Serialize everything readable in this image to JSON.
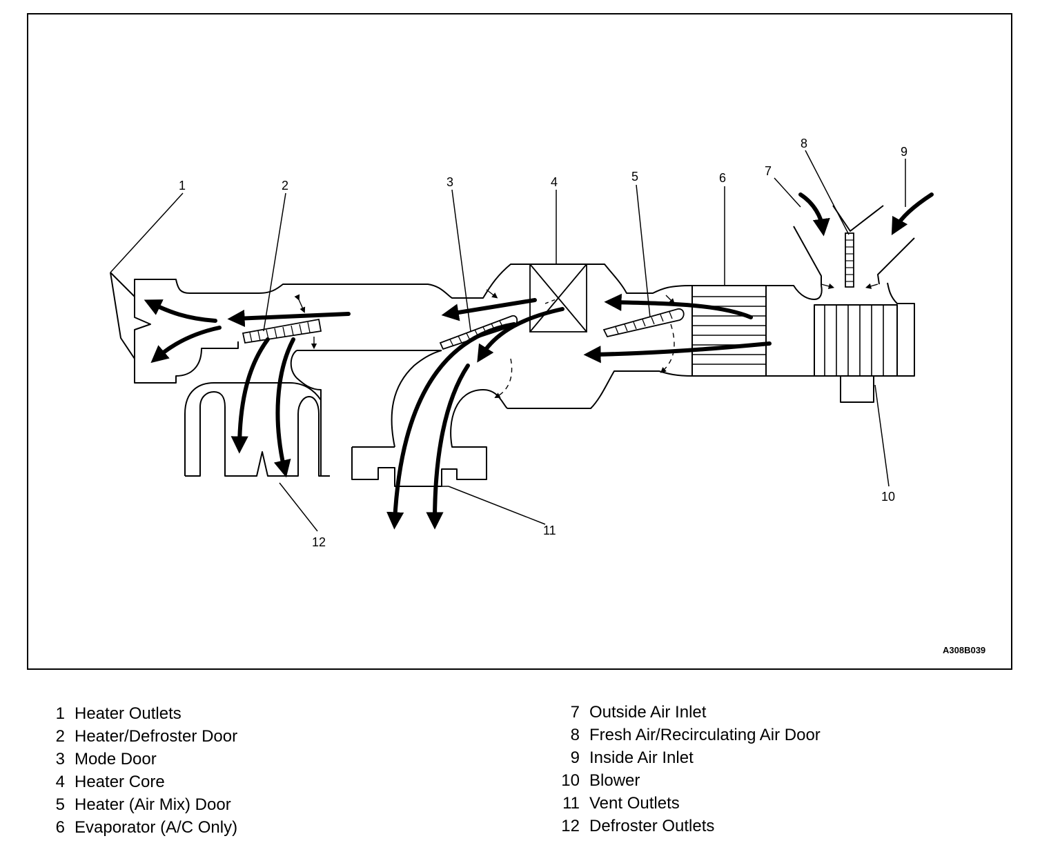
{
  "diagram": {
    "code": "A308B039",
    "callouts": [
      "1",
      "2",
      "3",
      "4",
      "5",
      "6",
      "7",
      "8",
      "9",
      "10",
      "11",
      "12"
    ]
  },
  "legend": {
    "left": [
      {
        "num": "1",
        "text": "Heater Outlets"
      },
      {
        "num": "2",
        "text": "Heater/Defroster Door"
      },
      {
        "num": "3",
        "text": "Mode Door"
      },
      {
        "num": "4",
        "text": "Heater Core"
      },
      {
        "num": "5",
        "text": "Heater (Air Mix) Door"
      },
      {
        "num": "6",
        "text": "Evaporator (A/C Only)"
      }
    ],
    "right": [
      {
        "num": "7",
        "text": "Outside Air Inlet"
      },
      {
        "num": "8",
        "text": "Fresh Air/Recirculating Air Door"
      },
      {
        "num": "9",
        "text": "Inside Air Inlet"
      },
      {
        "num": "10",
        "text": "Blower"
      },
      {
        "num": "11",
        "text": "Vent Outlets"
      },
      {
        "num": "12",
        "text": "Defroster Outlets"
      }
    ]
  }
}
